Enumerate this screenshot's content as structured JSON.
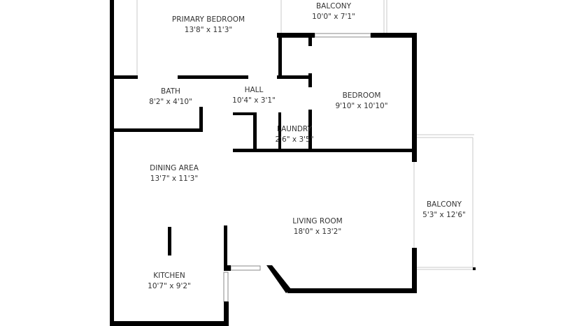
{
  "rooms": [
    {
      "name": "PRIMARY BEDROOM",
      "size": "13'8\" x 11'3\""
    },
    {
      "name": "BALCONY",
      "size": "10'0\" x 7'1\""
    },
    {
      "name": "BATH",
      "size": "8'2\" x 4'10\""
    },
    {
      "name": "HALL",
      "size": "10'4\" x 3'1\""
    },
    {
      "name": "BEDROOM",
      "size": "9'10\" x 10'10\""
    },
    {
      "name": "LAUNDRY",
      "size": "2'6\" x 3'5\""
    },
    {
      "name": "DINING AREA",
      "size": "13'7\" x 11'3\""
    },
    {
      "name": "LIVING ROOM",
      "size": "18'0\" x 13'2\""
    },
    {
      "name": "BALCONY",
      "size": "5'3\" x 12'6\""
    },
    {
      "name": "KITCHEN",
      "size": "10'7\" x 9'2\""
    }
  ]
}
